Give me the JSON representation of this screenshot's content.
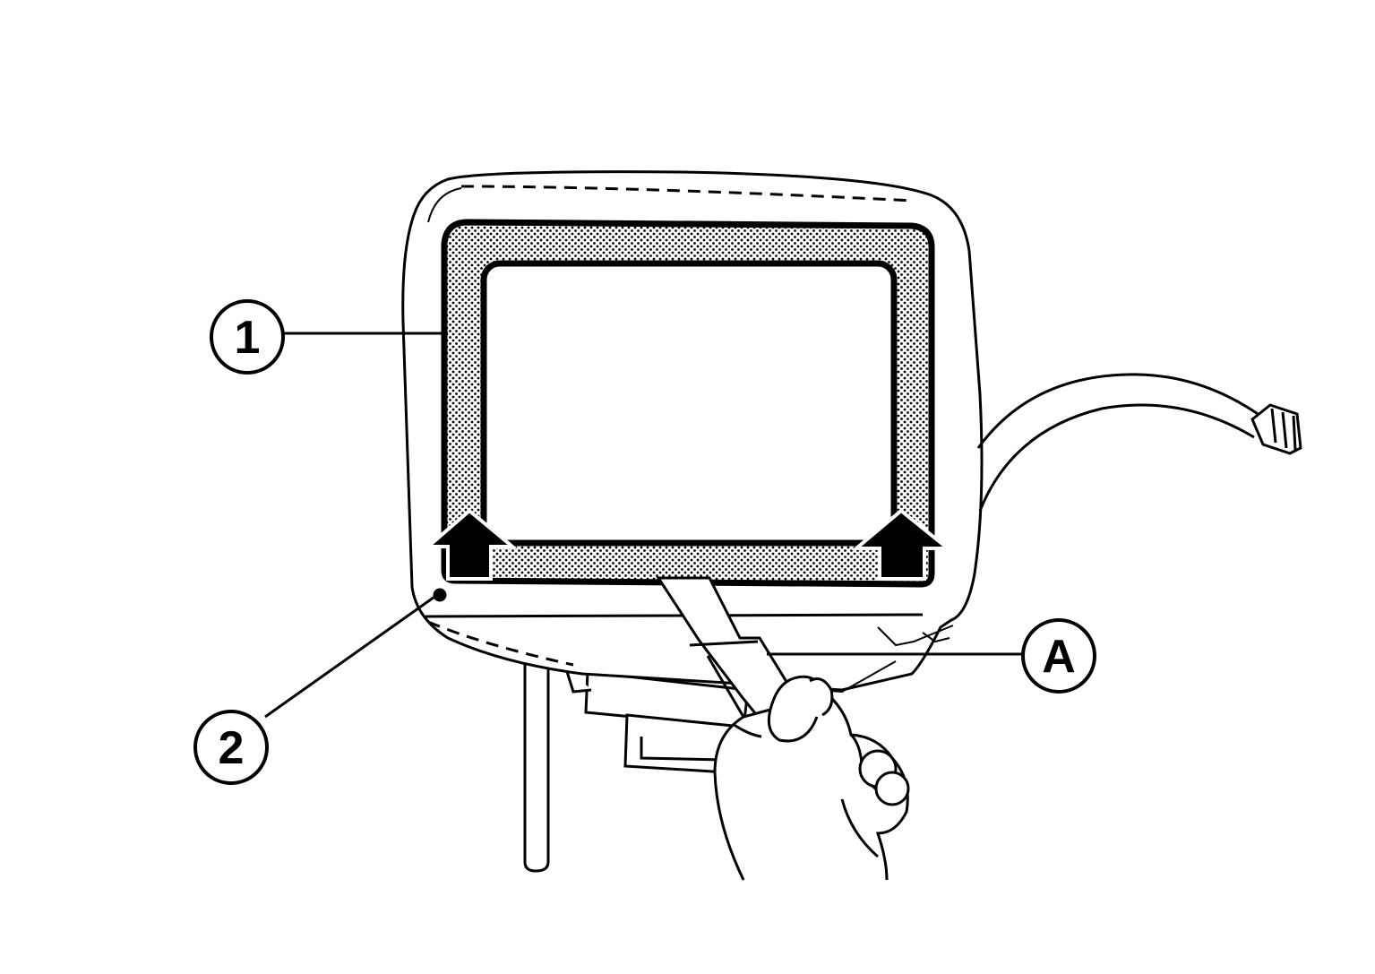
{
  "figure": {
    "callouts": [
      {
        "id": "1",
        "label": "1"
      },
      {
        "id": "2",
        "label": "2"
      },
      {
        "id": "A",
        "label": "A"
      }
    ],
    "colors": {
      "ink": "#000000",
      "paper": "#ffffff"
    }
  }
}
